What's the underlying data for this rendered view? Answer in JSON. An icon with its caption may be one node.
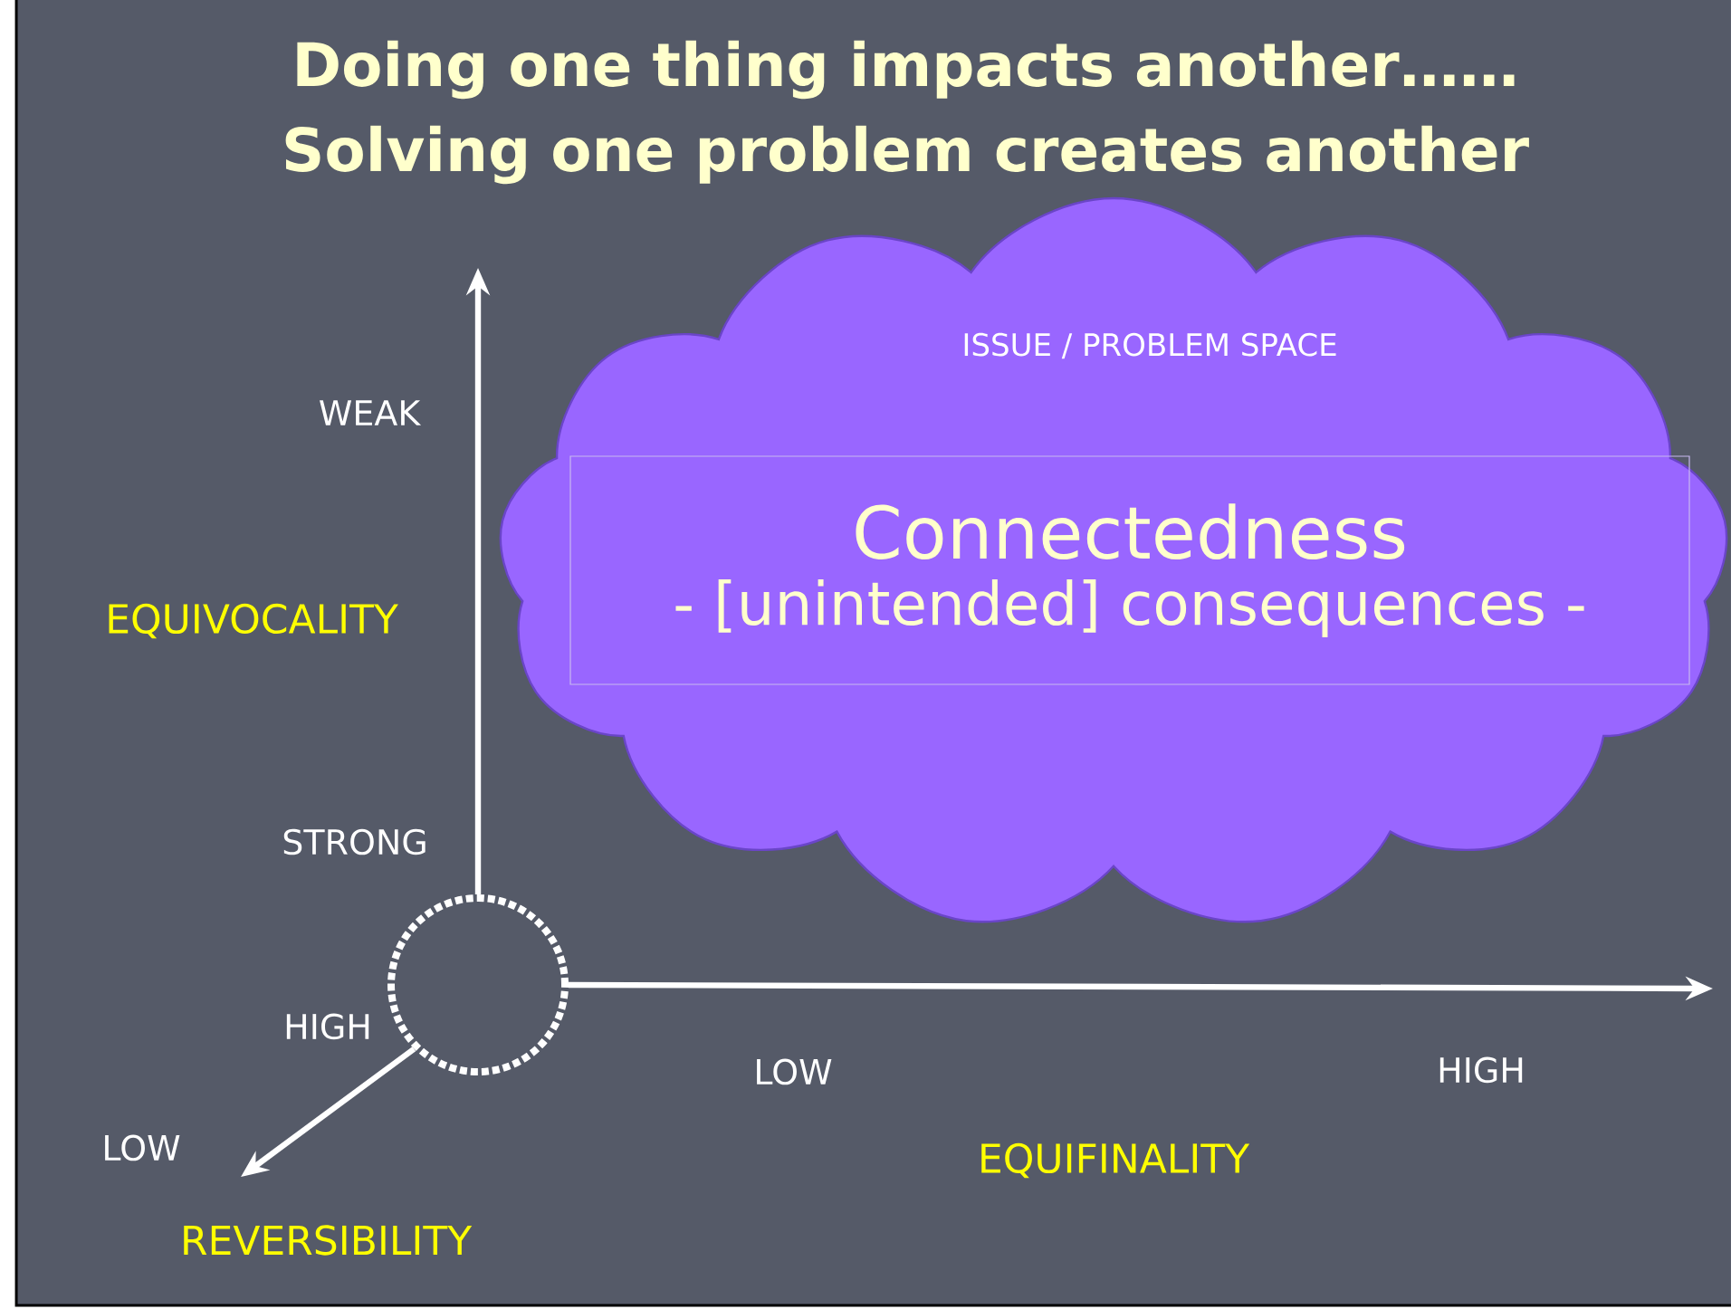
{
  "diagram": {
    "title": "Doing one thing impacts another…… Solving one problem creates another",
    "nodes": [
      {
        "text": [
          "ISSUE / PROBLEM SPACE"
        ]
      },
      {
        "text": [
          "Connectedness",
          "- [unintended] consequences -"
        ],
        "in": 0
      },
      {
        "text": [],
        "shape": "circle"
      }
    ],
    "edges": [
      {
        "from": 2,
        "to": null,
        "arrow": "to"
      },
      {
        "from": 2,
        "to": null,
        "arrow": "to"
      },
      {
        "from": 2,
        "to": null,
        "arrow": "to"
      }
    ],
    "labels": [
      "WEAK",
      "EQUIVOCALITY",
      "STRONG",
      "HIGH",
      "LOW",
      "REVERSIBILITY",
      "LOW",
      "HIGH",
      "EQUIFINALITY"
    ]
  }
}
